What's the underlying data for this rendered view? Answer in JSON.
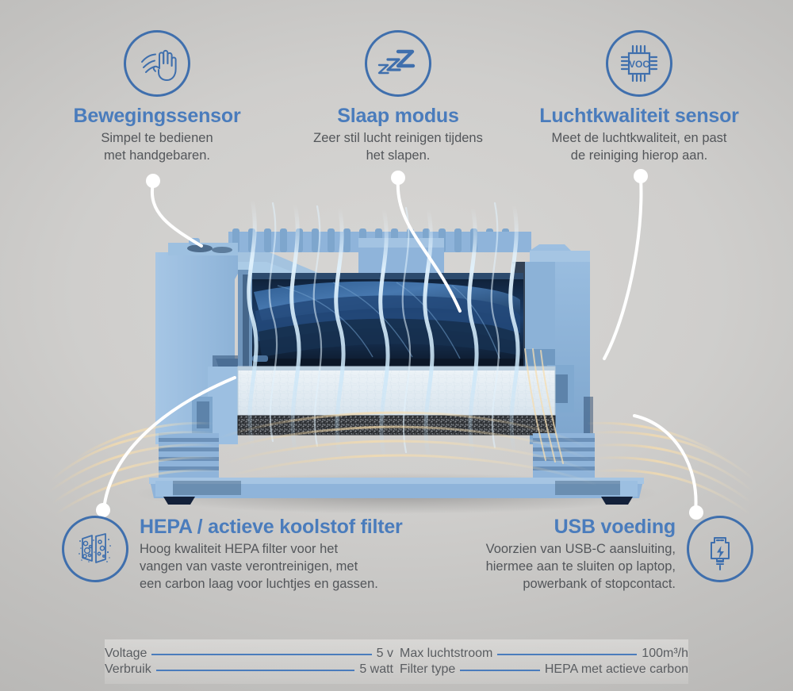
{
  "theme": {
    "accent_blue": "#4a7cbc",
    "icon_blue": "#3f6fad",
    "body_text": "#53565a",
    "leader_white": "#ffffff",
    "device_blue": "#8fb4da"
  },
  "features": [
    {
      "id": "motion-sensor",
      "icon": "hand-gesture-icon",
      "title": "Bewegingssensor",
      "desc_lines": [
        "Simpel te bedienen",
        "met handgebaren."
      ]
    },
    {
      "id": "sleep-mode",
      "icon": "sleep-zzz-icon",
      "title": "Slaap modus",
      "desc_lines": [
        "Zeer stil lucht reinigen tijdens",
        "het slapen."
      ]
    },
    {
      "id": "air-quality-sensor",
      "icon": "voc-chip-icon",
      "icon_text": "VOC",
      "title": "Luchtkwaliteit sensor",
      "desc_lines": [
        "Meet de luchtkwaliteit, en past",
        "de reiniging hierop aan."
      ]
    },
    {
      "id": "hepa-filter",
      "icon": "filter-layers-icon",
      "title": "HEPA / actieve koolstof filter",
      "desc_lines": [
        "Hoog kwaliteit HEPA filter voor het",
        "vangen van vaste verontreinigen, met",
        "een carbon laag voor luchtjes en gassen."
      ]
    },
    {
      "id": "usb-power",
      "icon": "usb-plug-icon",
      "title": "USB voeding",
      "desc_lines": [
        "Voorzien van USB-C aansluiting,",
        "hiermee aan te sluiten op laptop,",
        "powerbank of stopcontact."
      ]
    }
  ],
  "specs": {
    "left": [
      {
        "label": "Voltage",
        "value": "5 v"
      },
      {
        "label": "Verbruik",
        "value": "5 watt"
      }
    ],
    "right": [
      {
        "label": "Max luchtstroom",
        "value": "100m³/h"
      },
      {
        "label": "Filter type",
        "value": "HEPA met actieve carbon"
      }
    ]
  }
}
